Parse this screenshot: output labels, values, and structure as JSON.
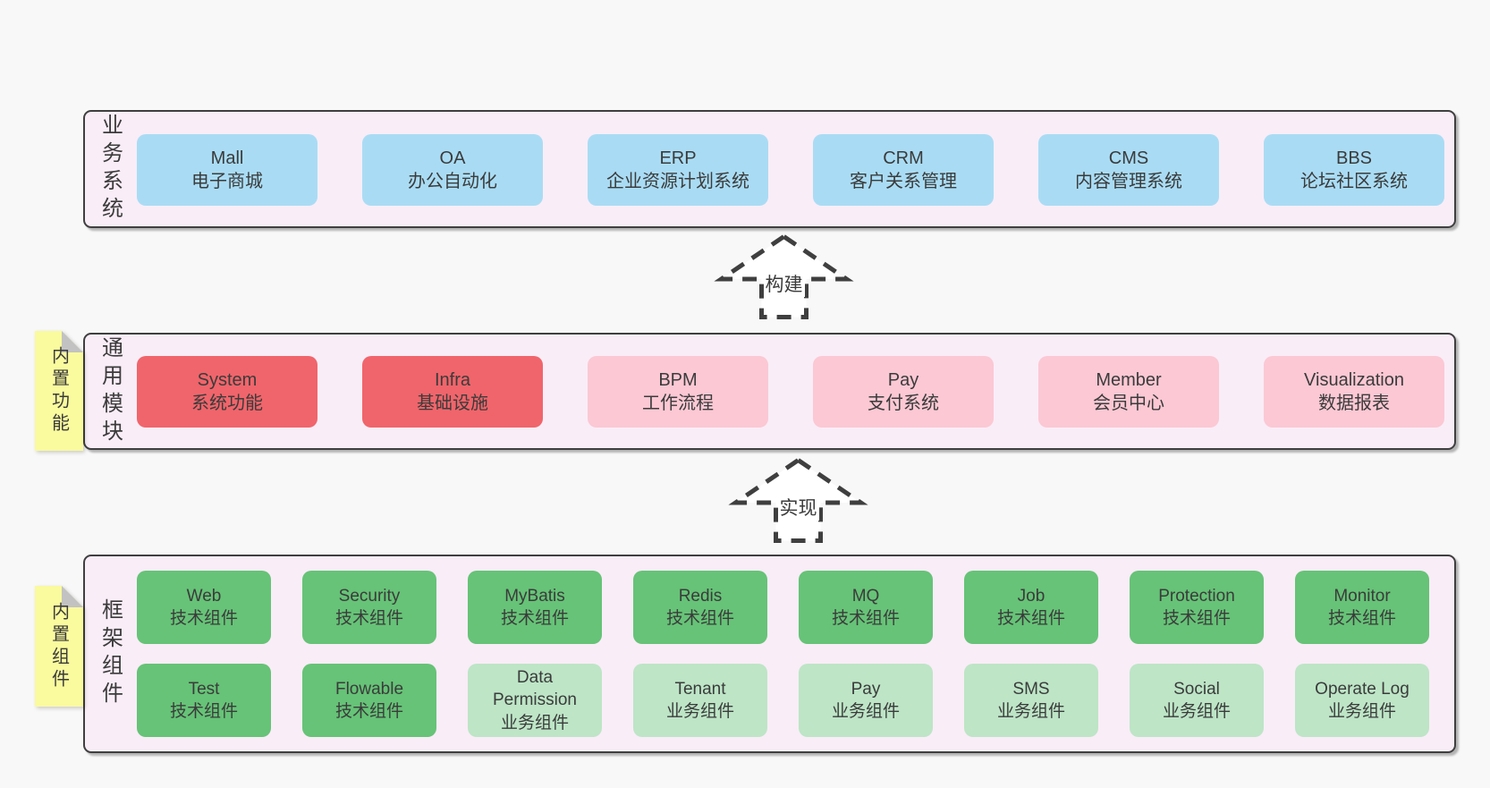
{
  "colors": {
    "page_bg": "#f8f8f8",
    "container_bg": "#f9edf7",
    "container_border": "#3f3f3f",
    "blue_box": "#a9dcf4",
    "red_box": "#f0656b",
    "pink_box": "#fbc8d4",
    "green_box": "#66c377",
    "green_light_box": "#bde5c6",
    "yellow_tab": "#fafa9e",
    "fold_gray": "#c2c2c2",
    "text": "#3b3b3b"
  },
  "sections": {
    "business": {
      "label": "业务系统",
      "boxes": [
        {
          "title": "Mall",
          "subtitle": "电子商城",
          "variant": "blue"
        },
        {
          "title": "OA",
          "subtitle": "办公自动化",
          "variant": "blue"
        },
        {
          "title": "ERP",
          "subtitle": "企业资源计划系统",
          "variant": "blue"
        },
        {
          "title": "CRM",
          "subtitle": "客户关系管理",
          "variant": "blue"
        },
        {
          "title": "CMS",
          "subtitle": "内容管理系统",
          "variant": "blue"
        },
        {
          "title": "BBS",
          "subtitle": "论坛社区系统",
          "variant": "blue"
        }
      ]
    },
    "modules": {
      "label": "通用模块",
      "tab": "内置功能",
      "boxes": [
        {
          "title": "System",
          "subtitle": "系统功能",
          "variant": "red"
        },
        {
          "title": "Infra",
          "subtitle": "基础设施",
          "variant": "red"
        },
        {
          "title": "BPM",
          "subtitle": "工作流程",
          "variant": "pink"
        },
        {
          "title": "Pay",
          "subtitle": "支付系统",
          "variant": "pink"
        },
        {
          "title": "Member",
          "subtitle": "会员中心",
          "variant": "pink"
        },
        {
          "title": "Visualization",
          "subtitle": "数据报表",
          "variant": "pink"
        }
      ]
    },
    "framework": {
      "label": "框架组件",
      "tab": "内置组件",
      "rows": [
        [
          {
            "title": "Web",
            "subtitle": "技术组件",
            "variant": "green"
          },
          {
            "title": "Security",
            "subtitle": "技术组件",
            "variant": "green"
          },
          {
            "title": "MyBatis",
            "subtitle": "技术组件",
            "variant": "green"
          },
          {
            "title": "Redis",
            "subtitle": "技术组件",
            "variant": "green"
          },
          {
            "title": "MQ",
            "subtitle": "技术组件",
            "variant": "green"
          },
          {
            "title": "Job",
            "subtitle": "技术组件",
            "variant": "green"
          },
          {
            "title": "Protection",
            "subtitle": "技术组件",
            "variant": "green"
          },
          {
            "title": "Monitor",
            "subtitle": "技术组件",
            "variant": "green"
          }
        ],
        [
          {
            "title": "Test",
            "subtitle": "技术组件",
            "variant": "green"
          },
          {
            "title": "Flowable",
            "subtitle": "技术组件",
            "variant": "green"
          },
          {
            "title": "Data Permission",
            "subtitle": "业务组件",
            "variant": "green-light"
          },
          {
            "title": "Tenant",
            "subtitle": "业务组件",
            "variant": "green-light"
          },
          {
            "title": "Pay",
            "subtitle": "业务组件",
            "variant": "green-light"
          },
          {
            "title": "SMS",
            "subtitle": "业务组件",
            "variant": "green-light"
          },
          {
            "title": "Social",
            "subtitle": "业务组件",
            "variant": "green-light"
          },
          {
            "title": "Operate Log",
            "subtitle": "业务组件",
            "variant": "green-light"
          }
        ]
      ]
    }
  },
  "arrows": [
    {
      "label": "构建"
    },
    {
      "label": "实现"
    }
  ]
}
